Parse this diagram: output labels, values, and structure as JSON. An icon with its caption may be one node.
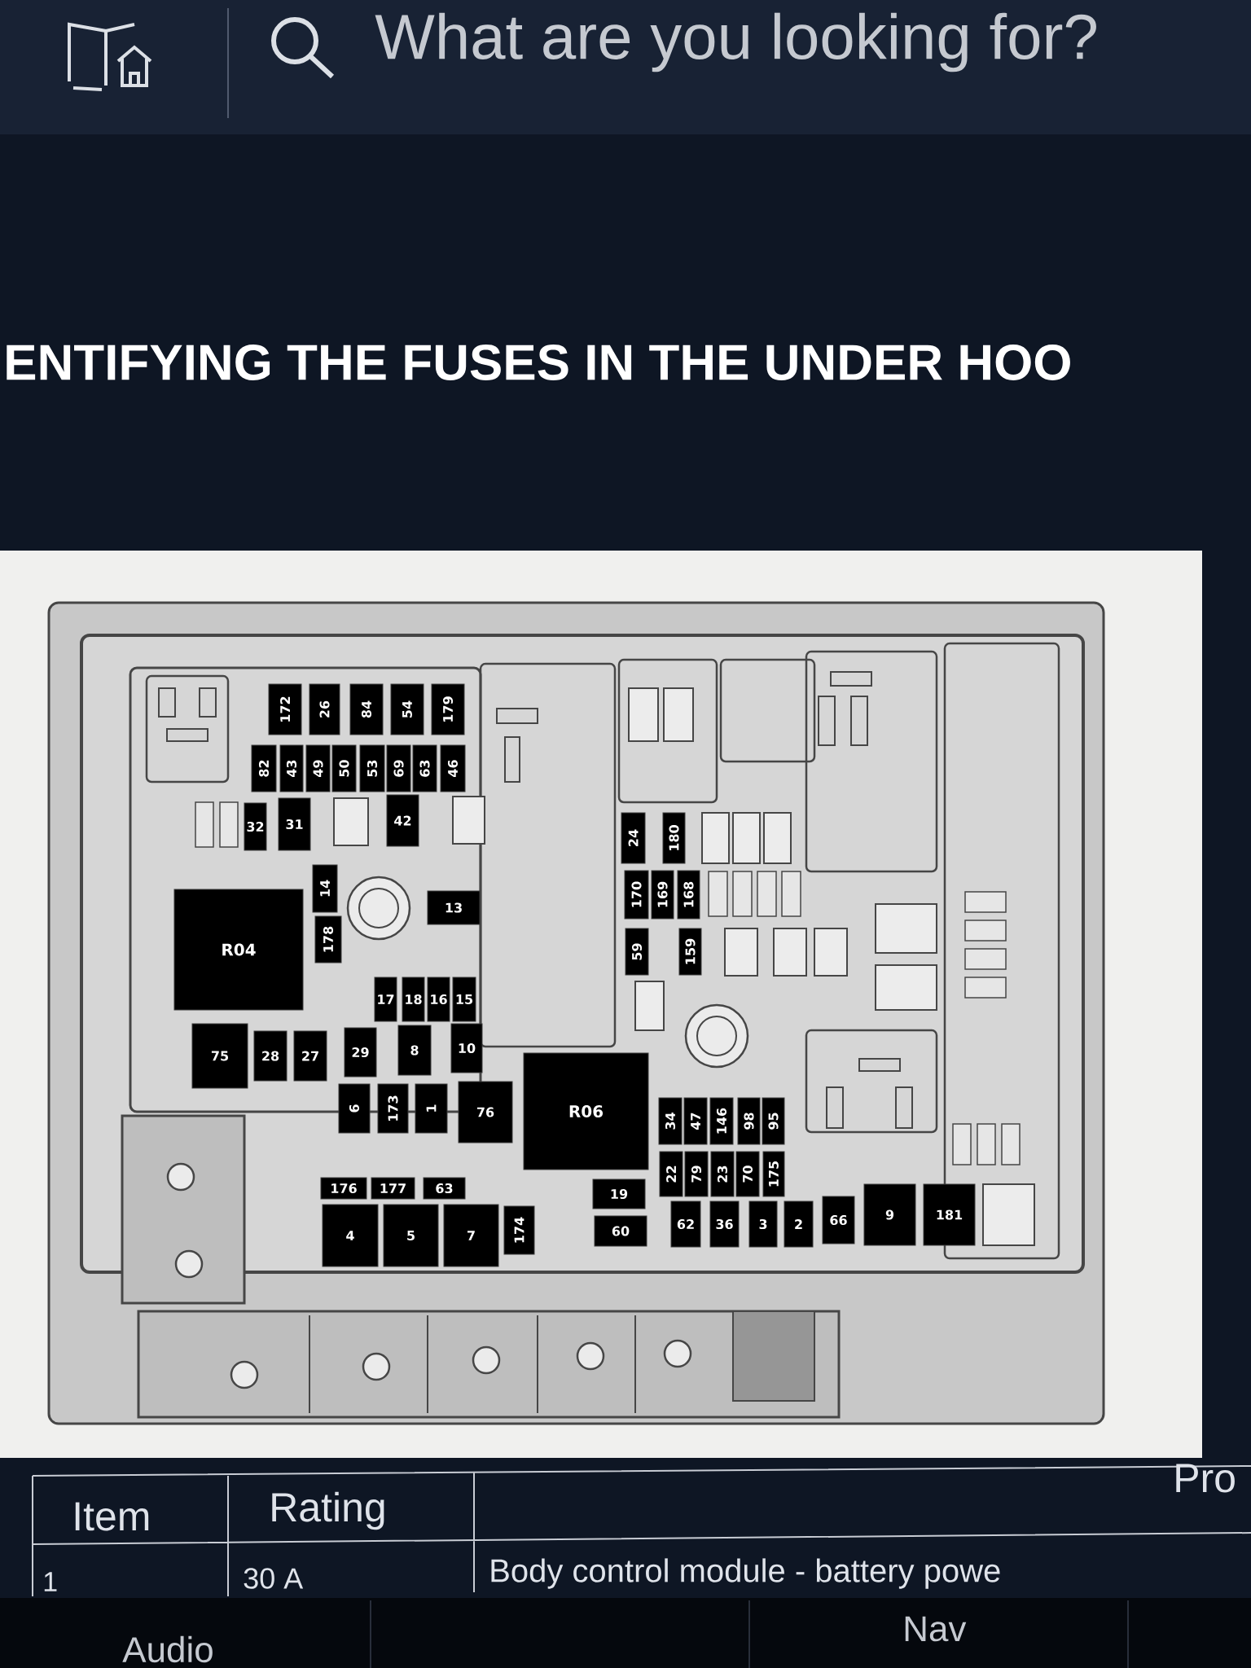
{
  "diagram": {
    "title": "ENTIFYING THE FUSES IN THE UNDER HOO",
    "nodes": [
      {
        "text": [
          "172"
        ]
      },
      {
        "text": [
          "26"
        ]
      },
      {
        "text": [
          "84"
        ]
      },
      {
        "text": [
          "54"
        ]
      },
      {
        "text": [
          "179"
        ]
      },
      {
        "text": [
          "82"
        ]
      },
      {
        "text": [
          "43"
        ]
      },
      {
        "text": [
          "49"
        ]
      },
      {
        "text": [
          "50"
        ]
      },
      {
        "text": [
          "53"
        ]
      },
      {
        "text": [
          "69"
        ]
      },
      {
        "text": [
          "63"
        ]
      },
      {
        "text": [
          "46"
        ]
      },
      {
        "text": [
          "32"
        ]
      },
      {
        "text": [
          "31"
        ]
      },
      {
        "text": [
          "42"
        ]
      },
      {
        "text": [
          "24"
        ]
      },
      {
        "text": [
          "180"
        ]
      },
      {
        "text": [
          "170"
        ]
      },
      {
        "text": [
          "169"
        ]
      },
      {
        "text": [
          "168"
        ]
      },
      {
        "text": [
          "14"
        ]
      },
      {
        "text": [
          "13"
        ]
      },
      {
        "text": [
          "R04"
        ]
      },
      {
        "text": [
          "178"
        ]
      },
      {
        "text": [
          "59"
        ]
      },
      {
        "text": [
          "159"
        ]
      },
      {
        "text": [
          "17"
        ]
      },
      {
        "text": [
          "18"
        ]
      },
      {
        "text": [
          "16"
        ]
      },
      {
        "text": [
          "15"
        ]
      },
      {
        "text": [
          "75"
        ]
      },
      {
        "text": [
          "28"
        ]
      },
      {
        "text": [
          "27"
        ]
      },
      {
        "text": [
          "29"
        ]
      },
      {
        "text": [
          "8"
        ]
      },
      {
        "text": [
          "10"
        ]
      },
      {
        "text": [
          "R06"
        ]
      },
      {
        "text": [
          "6"
        ]
      },
      {
        "text": [
          "173"
        ]
      },
      {
        "text": [
          "1"
        ]
      },
      {
        "text": [
          "76"
        ]
      },
      {
        "text": [
          "34"
        ]
      },
      {
        "text": [
          "47"
        ]
      },
      {
        "text": [
          "146"
        ]
      },
      {
        "text": [
          "98"
        ]
      },
      {
        "text": [
          "95"
        ]
      },
      {
        "text": [
          "22"
        ]
      },
      {
        "text": [
          "79"
        ]
      },
      {
        "text": [
          "23"
        ]
      },
      {
        "text": [
          "70"
        ]
      },
      {
        "text": [
          "175"
        ]
      },
      {
        "text": [
          "176"
        ]
      },
      {
        "text": [
          "177"
        ]
      },
      {
        "text": [
          "63"
        ]
      },
      {
        "text": [
          "19"
        ]
      },
      {
        "text": [
          "4"
        ]
      },
      {
        "text": [
          "5"
        ]
      },
      {
        "text": [
          "7"
        ]
      },
      {
        "text": [
          "174"
        ]
      },
      {
        "text": [
          "60"
        ]
      },
      {
        "text": [
          "62"
        ]
      },
      {
        "text": [
          "36"
        ]
      },
      {
        "text": [
          "3"
        ]
      },
      {
        "text": [
          "2"
        ]
      },
      {
        "text": [
          "66"
        ]
      },
      {
        "text": [
          "9"
        ]
      },
      {
        "text": [
          "181"
        ]
      }
    ],
    "labels": [
      "What are you looking for?",
      "Item",
      "Rating",
      "Pro",
      "1",
      "30 A",
      "Body control module - battery powe",
      "Audio",
      "Nav"
    ]
  }
}
